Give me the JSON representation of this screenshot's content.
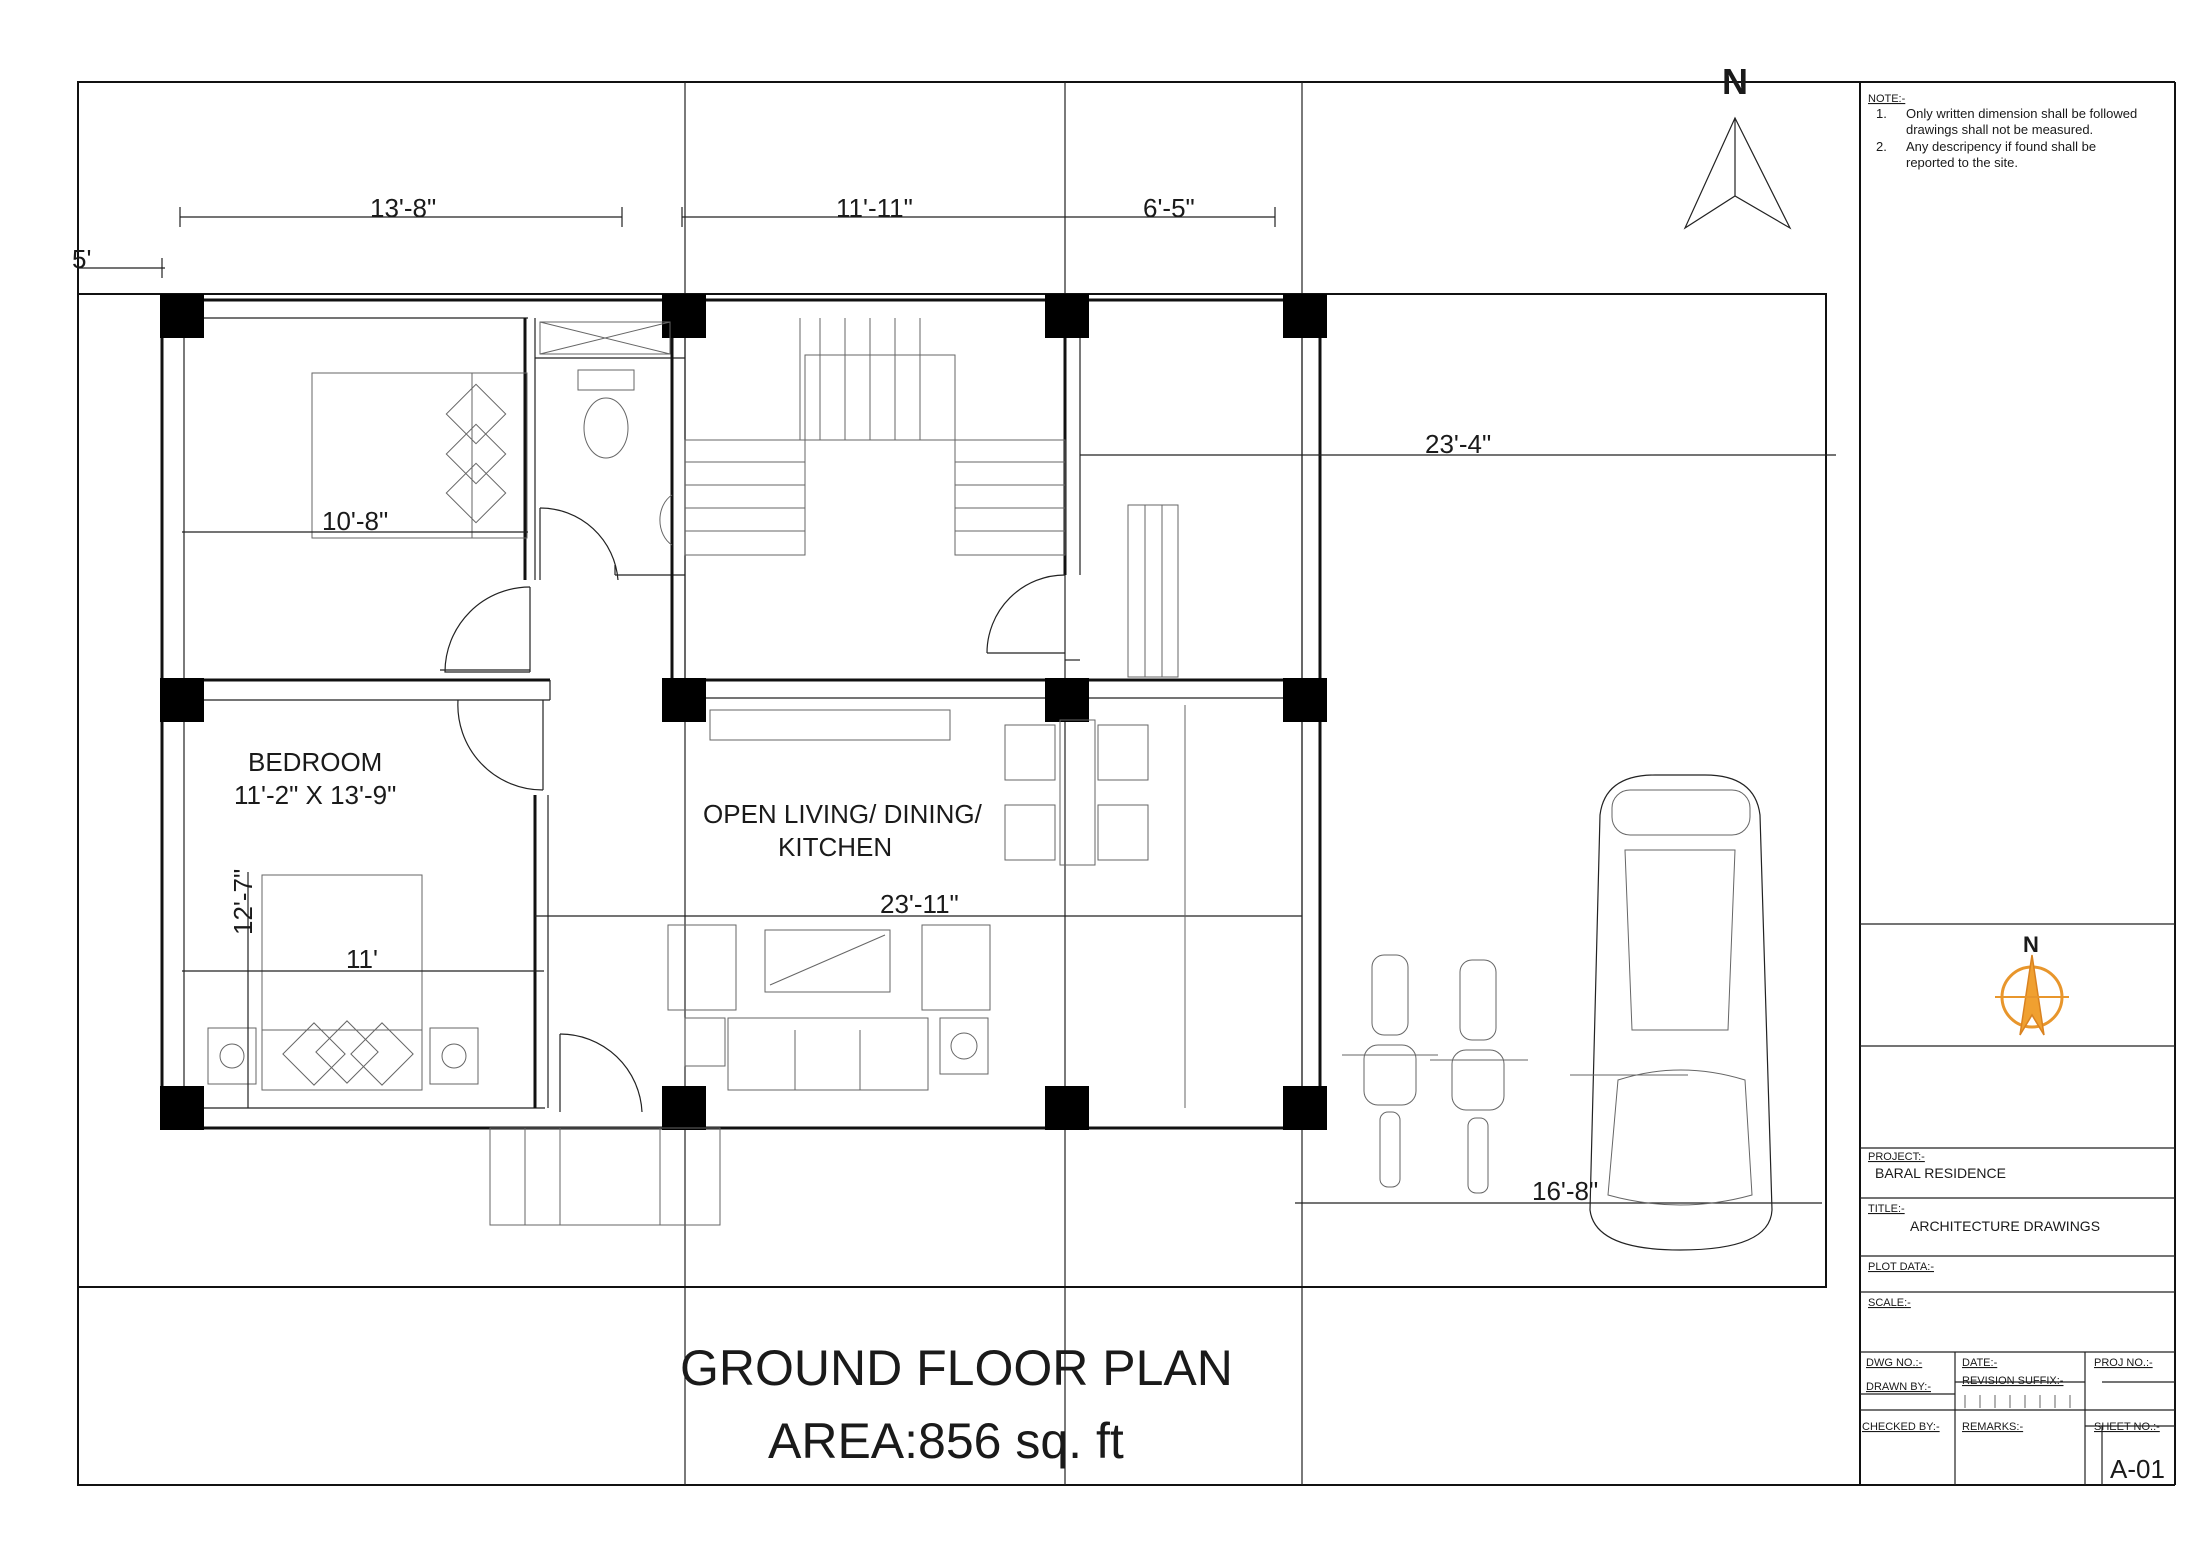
{
  "compass_top": {
    "letter": "N"
  },
  "dimensions": {
    "top_1": "13'-8\"",
    "top_2": "11'-11\"",
    "top_3": "6'-5\"",
    "left_cut": "5'",
    "bed1_width": "10'-8\"",
    "parking_top": "23'-4\"",
    "bed2_width": "11'",
    "bed2_height": "12'-7\"",
    "living_width": "23'-11\"",
    "parking_bottom": "16'-8\""
  },
  "rooms": {
    "bedroom_name": "BEDROOM",
    "bedroom_size": "11'-2\" X 13'-9\"",
    "living_line1": "OPEN LIVING/ DINING/",
    "living_line2": "KITCHEN"
  },
  "plan_title": {
    "line1": "GROUND FLOOR PLAN",
    "line2": "AREA:856 sq. ft"
  },
  "title_block": {
    "note_heading": "NOTE:-",
    "notes": [
      {
        "num": "1.",
        "line1": "Only written dimension shall be followed",
        "line2": "drawings shall not be measured."
      },
      {
        "num": "2.",
        "line1": "Any descripency if found shall be",
        "line2": "reported to the site."
      }
    ],
    "compass_letter": "N",
    "project_label": "PROJECT:-",
    "project_value": "BARAL RESIDENCE",
    "title_label": "TITLE:-",
    "title_value": "ARCHITECTURE DRAWINGS",
    "plot_label": "PLOT DATA:-",
    "scale_label": "SCALE:-",
    "dwg_label": "DWG NO.:-",
    "date_label": "DATE:-",
    "proj_label": "PROJ NO.:-",
    "revision_label": "REVISION SUFFIX:-",
    "drawn_label": "DRAWN BY:-",
    "checked_label": "CHECKED BY:-",
    "remarks_label": "REMARKS:-",
    "sheet_label": "SHEET NO.:-",
    "sheet_value": "A-01"
  }
}
